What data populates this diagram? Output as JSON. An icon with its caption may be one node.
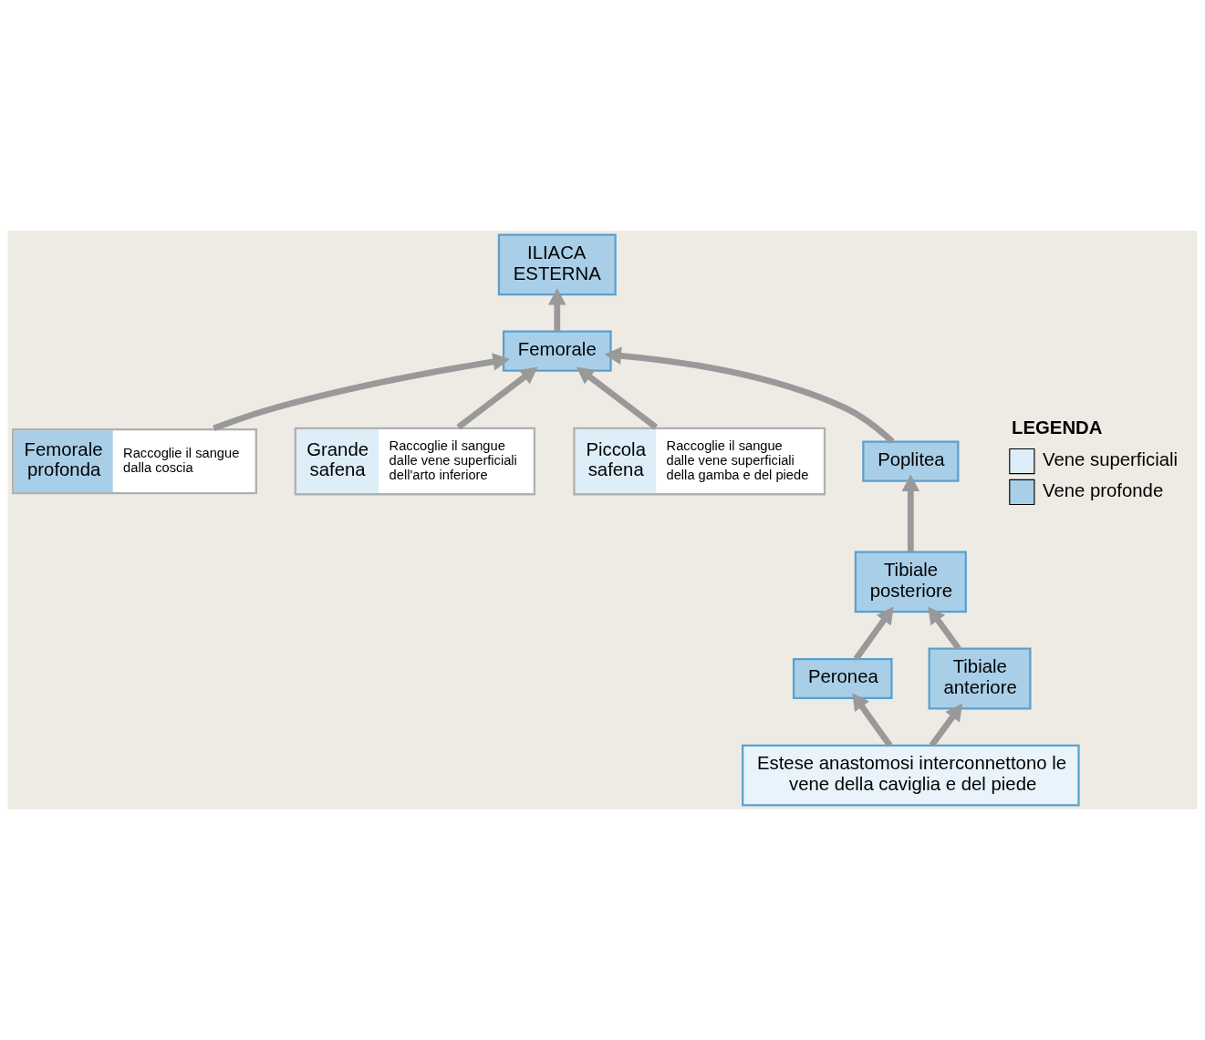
{
  "diagram": {
    "nodes": [
      {
        "text": [
          "ILIACA ESTERNA"
        ]
      },
      {
        "text": [
          "Femorale profonda",
          "Raccoglie il sangue dalla coscia"
        ]
      },
      {
        "text": [
          "Femorale"
        ]
      },
      {
        "text": [
          "Grande safena",
          "Raccoglie il sangue dalle vene superficiali dell'arto inferiore"
        ]
      },
      {
        "text": [
          "Piccola safena",
          "Raccoglie il sangue dalle vene superficiali della gamba e del piede"
        ]
      },
      {
        "text": [
          "Poplitea"
        ]
      },
      {
        "text": [
          "Peronea"
        ]
      },
      {
        "text": [
          "Tibiale posteriore"
        ]
      },
      {
        "text": [
          "Tibiale anteriore"
        ]
      },
      {
        "text": [
          "Estese anastomosi interconnettono le vene della caviglia e del piede"
        ]
      }
    ],
    "edges": [
      {
        "from": 2,
        "to": 0,
        "arrow": "to"
      },
      {
        "from": 1,
        "to": 2,
        "arrow": "to"
      },
      {
        "from": 3,
        "to": 2,
        "arrow": "to"
      },
      {
        "from": 5,
        "to": 2,
        "arrow": "to"
      },
      {
        "from": 4,
        "to": 2,
        "arrow": "to"
      },
      {
        "from": 7,
        "to": 5,
        "arrow": "to"
      },
      {
        "from": 6,
        "to": 7,
        "arrow": "to"
      },
      {
        "from": 8,
        "to": 7,
        "arrow": "to"
      },
      {
        "from": 9,
        "to": 6,
        "arrow": "to"
      },
      {
        "from": 9,
        "to": 8,
        "arrow": "to"
      }
    ],
    "labels": [
      "LEGENDA"
    ],
    "legend": [
      {
        "text": "Vene superficiali",
        "color": "#ddeef9"
      },
      {
        "text": "Vene profonde",
        "color": "#a9cfe8"
      }
    ]
  }
}
